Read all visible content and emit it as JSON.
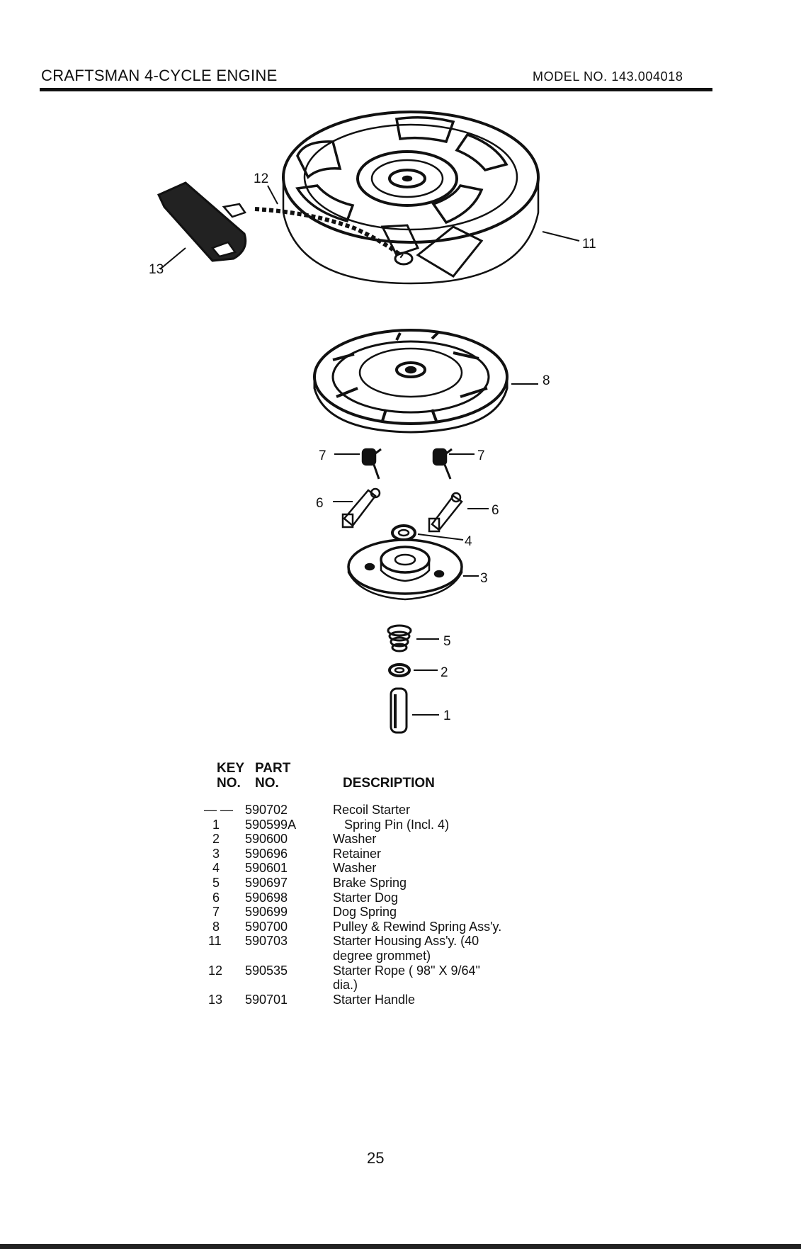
{
  "header": {
    "title": "CRAFTSMAN 4-CYCLE ENGINE",
    "model": "MODEL NO. 143.004018"
  },
  "diagram": {
    "callouts": [
      "12",
      "13",
      "11",
      "8",
      "7",
      "7",
      "6",
      "6",
      "4",
      "3",
      "5",
      "2",
      "1"
    ]
  },
  "table": {
    "headers": {
      "key_line1": "KEY",
      "key_line2": "NO.",
      "part_line1": "PART",
      "part_line2": "NO.",
      "description": "DESCRIPTION"
    },
    "rows": [
      {
        "key": "— —",
        "part": "590702",
        "desc": "Recoil Starter"
      },
      {
        "key": "1",
        "part": "590599A",
        "desc": "Spring Pin (Incl. 4)"
      },
      {
        "key": "2",
        "part": "590600",
        "desc": "Washer"
      },
      {
        "key": "3",
        "part": "590696",
        "desc": "Retainer"
      },
      {
        "key": "4",
        "part": "590601",
        "desc": "Washer"
      },
      {
        "key": "5",
        "part": "590697",
        "desc": "Brake Spring"
      },
      {
        "key": "6",
        "part": "590698",
        "desc": "Starter Dog"
      },
      {
        "key": "7",
        "part": "590699",
        "desc": "Dog Spring"
      },
      {
        "key": "8",
        "part": "590700",
        "desc": "Pulley & Rewind Spring Ass'y."
      },
      {
        "key": "11",
        "part": "590703",
        "desc": "Starter Housing Ass'y. (40"
      },
      {
        "key": "",
        "part": "",
        "desc": "degree grommet)"
      },
      {
        "key": "12",
        "part": "590535",
        "desc": "Starter Rope ( 98\" X 9/64\""
      },
      {
        "key": "",
        "part": "",
        "desc": "dia.)"
      },
      {
        "key": "13",
        "part": "590701",
        "desc": "Starter Handle"
      }
    ]
  },
  "page_number": "25"
}
